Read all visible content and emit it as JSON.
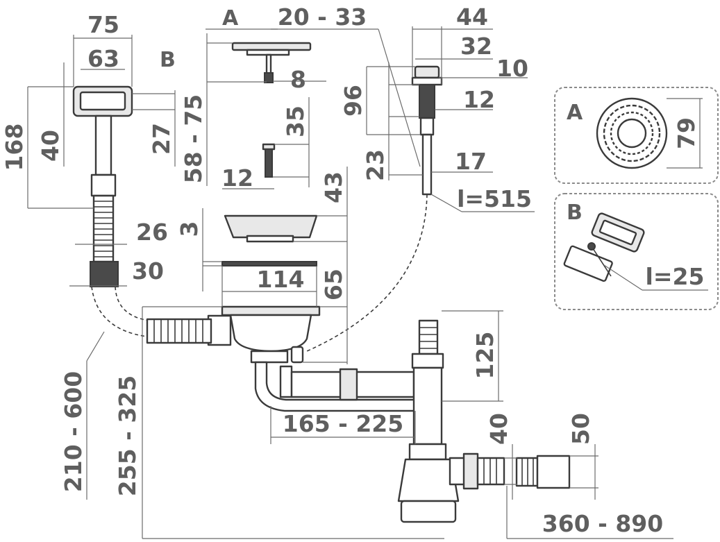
{
  "callouts": {
    "a": "A",
    "b": "B",
    "inset_a": "A",
    "inset_b": "B"
  },
  "dimensions": {
    "d75": "75",
    "d63": "63",
    "d168": "168",
    "d40_left": "40",
    "d27": "27",
    "d58_75": "58 - 75",
    "d8": "8",
    "d35": "35",
    "d12_screw": "12",
    "d43": "43",
    "d3": "3",
    "d26": "26",
    "d30": "30",
    "d114": "114",
    "d65": "65",
    "d20_33": "20 - 33",
    "d44": "44",
    "d32": "32",
    "d10": "10",
    "d96": "96",
    "d12_knob": "12",
    "d23": "23",
    "d17": "17",
    "l515": "l=515",
    "d79": "79",
    "l25": "l=25",
    "d125": "125",
    "d165_225": "165 - 225",
    "d40_trap": "40",
    "d50": "50",
    "d210_600": "210 - 600",
    "d255_325": "255 - 325",
    "d360_890": "360 - 890"
  },
  "colors": {
    "text": "#5f5f5f",
    "line": "#3a3a3a",
    "inset_border": "#8a8a8a"
  }
}
